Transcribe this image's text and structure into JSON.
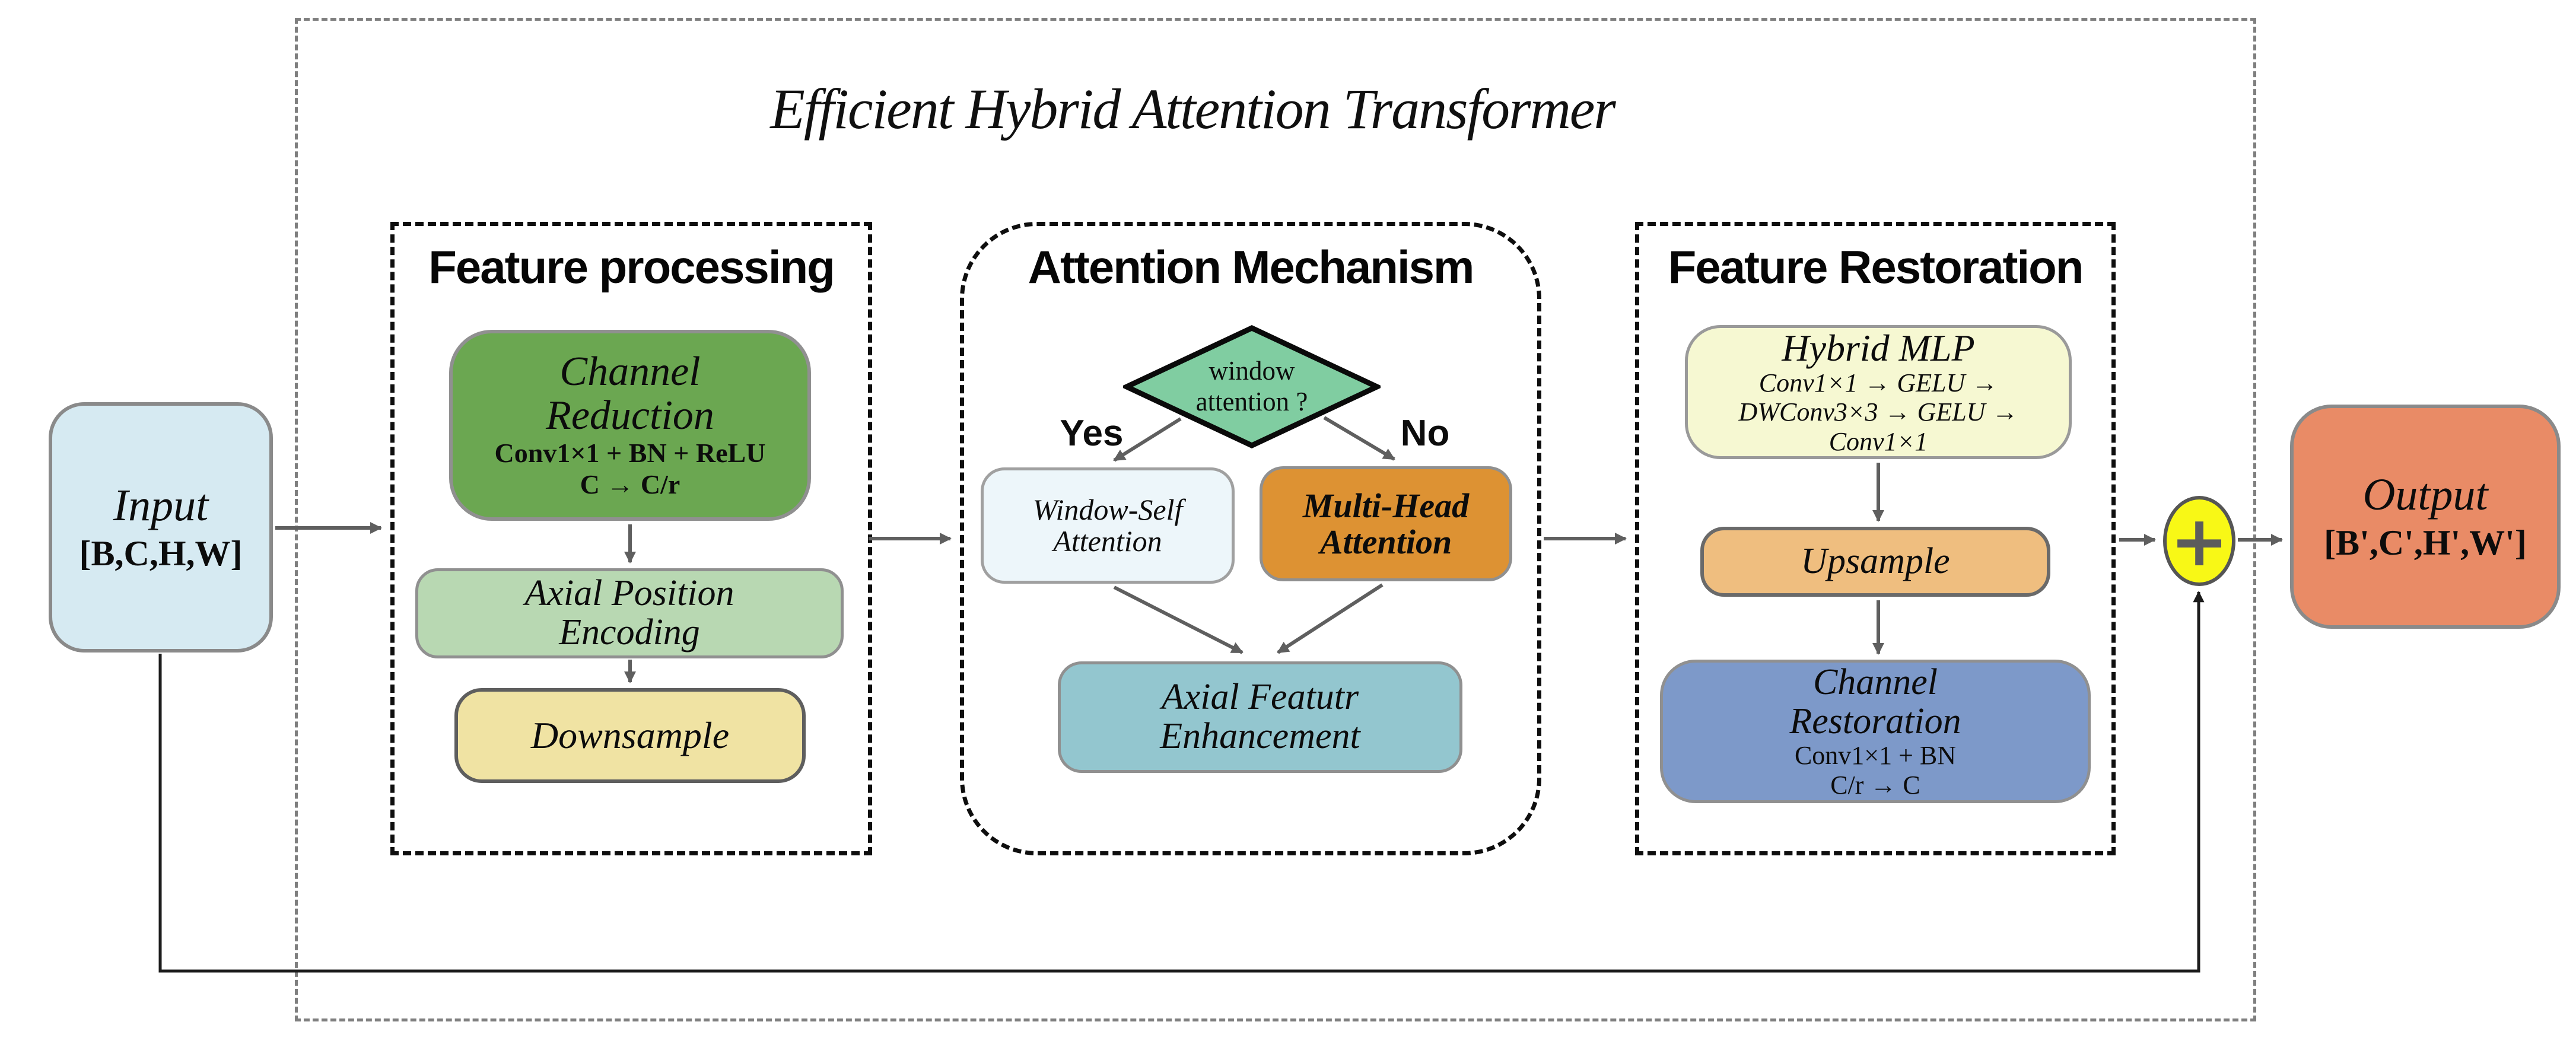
{
  "title": "Efficient Hybrid Attention Transformer",
  "colors": {
    "input_fill": "#d6eaf2",
    "output_fill": "#e98b66",
    "channel_reduction_fill": "#6ba751",
    "axial_position_fill": "#b8d8b2",
    "downsample_fill": "#f0e3a3",
    "decision_diamond_fill": "#80cda1",
    "window_self_attention_fill": "#edf6fa",
    "multi_head_attention_fill": "#dd9233",
    "axial_feature_enhancement_fill": "#93c6cf",
    "hybrid_mlp_fill": "#f6f8d2",
    "upsample_fill": "#efbe7f",
    "channel_restoration_fill": "#7d99c9",
    "plus_fill": "#f8f816",
    "arrow_gray": "#5f5f5f",
    "skip_line_black": "#1c1c1c"
  },
  "input_box": {
    "label": "Input",
    "shape": "[B,C,H,W]"
  },
  "output_box": {
    "label": "Output",
    "shape": "[B',C',H',W']"
  },
  "plus_node": {
    "symbol": "+"
  },
  "feature_processing": {
    "label": "Feature processing",
    "channel_reduction": {
      "line1": "Channel",
      "line2": "Reduction",
      "detail1": "Conv1×1 + BN + ReLU",
      "detail2": "C → C/r"
    },
    "axial_position_encoding": {
      "line1": "Axial Position",
      "line2": "Encoding"
    },
    "downsample": {
      "label": "Downsample"
    }
  },
  "attention_mechanism": {
    "label": "Attention Mechanism",
    "decision": {
      "line1": "window",
      "line2": "attention ?"
    },
    "yes": "Yes",
    "no": "No",
    "window_self_attention": {
      "line1": "Window-Self",
      "line2": "Attention"
    },
    "multi_head_attention": {
      "line1": "Multi-Head",
      "line2": "Attention"
    },
    "axial_feature_enhancement": {
      "line1": "Axial Featutr",
      "line2": "Enhancement"
    }
  },
  "feature_restoration": {
    "label": "Feature Restoration",
    "hybrid_mlp": {
      "title": "Hybrid MLP",
      "detail1": "Conv1×1 → GELU →",
      "detail2": "DWConv3×3 → GELU →",
      "detail3": "Conv1×1"
    },
    "upsample": {
      "label": "Upsample"
    },
    "channel_restoration": {
      "line1": "Channel",
      "line2": "Restoration",
      "detail1": "Conv1×1 + BN",
      "detail2": "C/r → C"
    }
  }
}
